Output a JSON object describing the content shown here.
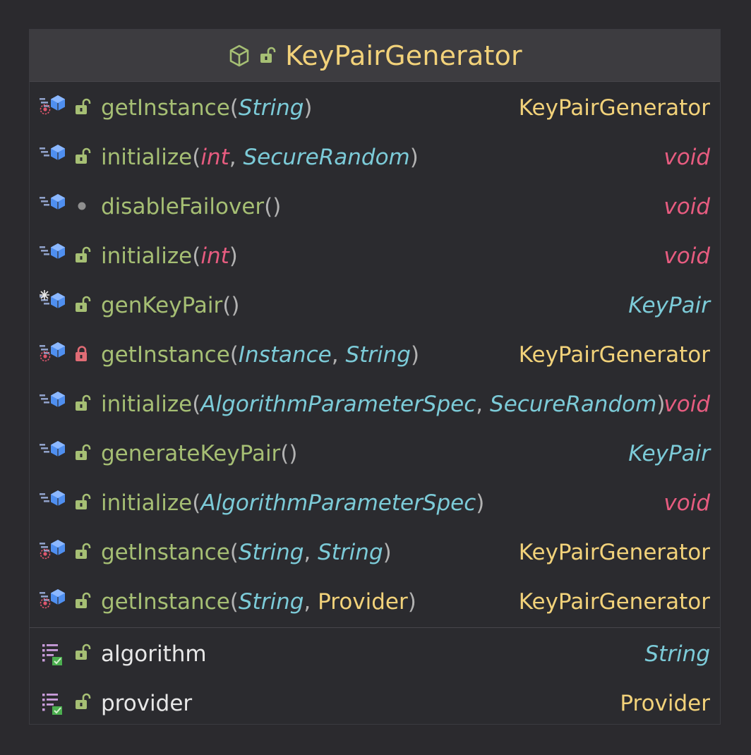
{
  "class": {
    "name": "KeyPairGenerator",
    "icon": "class-icon",
    "visibility_icon": "public-lock-icon"
  },
  "colors": {
    "method_name": "#a6bf74",
    "class_type": "#7ccbd8",
    "primitive_type": "#e75c80",
    "plain_type": "#f2d27a",
    "field_name": "#e8e8e8"
  },
  "methods": [
    {
      "name": "getInstance",
      "params": [
        {
          "text": "String",
          "kind": "class"
        }
      ],
      "return": {
        "text": "KeyPairGenerator",
        "kind": "plain"
      },
      "static": true,
      "visibility": "public"
    },
    {
      "name": "initialize",
      "params": [
        {
          "text": "int",
          "kind": "prim"
        },
        {
          "text": "SecureRandom",
          "kind": "class"
        }
      ],
      "return": {
        "text": "void",
        "kind": "void"
      },
      "static": false,
      "visibility": "public"
    },
    {
      "name": "disableFailover",
      "params": [],
      "return": {
        "text": "void",
        "kind": "void"
      },
      "static": false,
      "visibility": "package"
    },
    {
      "name": "initialize",
      "params": [
        {
          "text": "int",
          "kind": "prim"
        }
      ],
      "return": {
        "text": "void",
        "kind": "void"
      },
      "static": false,
      "visibility": "public"
    },
    {
      "name": "genKeyPair",
      "params": [],
      "return": {
        "text": "KeyPair",
        "kind": "class"
      },
      "static": false,
      "visibility": "public",
      "marker": "abstract"
    },
    {
      "name": "getInstance",
      "params": [
        {
          "text": "Instance",
          "kind": "class"
        },
        {
          "text": "String",
          "kind": "class"
        }
      ],
      "return": {
        "text": "KeyPairGenerator",
        "kind": "plain"
      },
      "static": true,
      "visibility": "private"
    },
    {
      "name": "initialize",
      "params": [
        {
          "text": "AlgorithmParameterSpec",
          "kind": "class"
        },
        {
          "text": "SecureRandom",
          "kind": "class"
        }
      ],
      "return": {
        "text": "void",
        "kind": "void"
      },
      "static": false,
      "visibility": "public"
    },
    {
      "name": "generateKeyPair",
      "params": [],
      "return": {
        "text": "KeyPair",
        "kind": "class"
      },
      "static": false,
      "visibility": "public"
    },
    {
      "name": "initialize",
      "params": [
        {
          "text": "AlgorithmParameterSpec",
          "kind": "class"
        }
      ],
      "return": {
        "text": "void",
        "kind": "void"
      },
      "static": false,
      "visibility": "public"
    },
    {
      "name": "getInstance",
      "params": [
        {
          "text": "String",
          "kind": "class"
        },
        {
          "text": "String",
          "kind": "class"
        }
      ],
      "return": {
        "text": "KeyPairGenerator",
        "kind": "plain"
      },
      "static": true,
      "visibility": "public"
    },
    {
      "name": "getInstance",
      "params": [
        {
          "text": "String",
          "kind": "class"
        },
        {
          "text": "Provider",
          "kind": "plain"
        }
      ],
      "return": {
        "text": "KeyPairGenerator",
        "kind": "plain"
      },
      "static": true,
      "visibility": "public"
    }
  ],
  "fields": [
    {
      "name": "algorithm",
      "type": {
        "text": "String",
        "kind": "class"
      },
      "visibility": "public"
    },
    {
      "name": "provider",
      "type": {
        "text": "Provider",
        "kind": "plain"
      },
      "visibility": "public"
    }
  ]
}
